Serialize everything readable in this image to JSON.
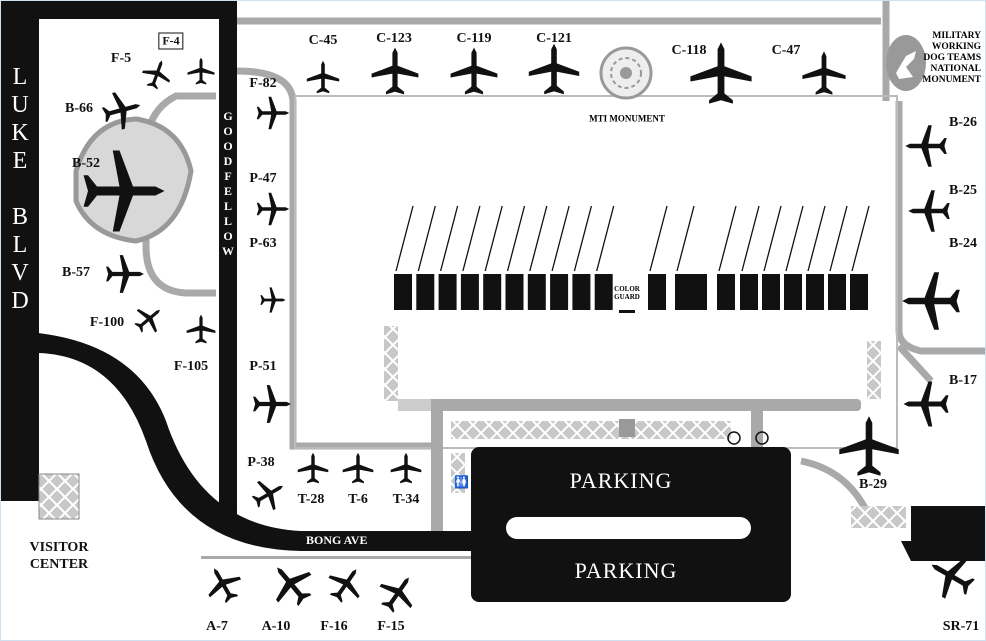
{
  "roads": {
    "luke_blvd": [
      "L",
      "U",
      "K",
      "E",
      "",
      "B",
      "L",
      "V",
      "D"
    ],
    "goodfellow": [
      "G",
      "O",
      "O",
      "D",
      "F",
      "E",
      "L",
      "L",
      "O",
      "W"
    ],
    "bong_ave": "BONG AVE"
  },
  "parking": [
    "PARKING",
    "PARKING"
  ],
  "landmarks": {
    "visitor_center": "VISITOR CENTER",
    "mti_monument": "MTI MONUMENT",
    "dog_monument": [
      "MILITARY",
      "WORKING",
      "DOG TEAMS",
      "NATIONAL",
      "MONUMENT"
    ],
    "color_guard": [
      "COLOR",
      "GUARD"
    ]
  },
  "aircraft": [
    "C-45",
    "C-123",
    "C-119",
    "C-121",
    "C-118",
    "C-47",
    "F-4",
    "F-5",
    "B-66",
    "B-52",
    "B-57",
    "F-100",
    "F-105",
    "F-82",
    "P-47",
    "P-63",
    "P-51",
    "P-38",
    "T-28",
    "T-6",
    "T-34",
    "A-7",
    "A-10",
    "F-16",
    "F-15",
    "B-26",
    "B-25",
    "B-24",
    "B-17",
    "B-29",
    "SR-71"
  ],
  "colors": {
    "road": "#111111",
    "path": "#a9a9a9",
    "accent": "#8c8c8c"
  }
}
